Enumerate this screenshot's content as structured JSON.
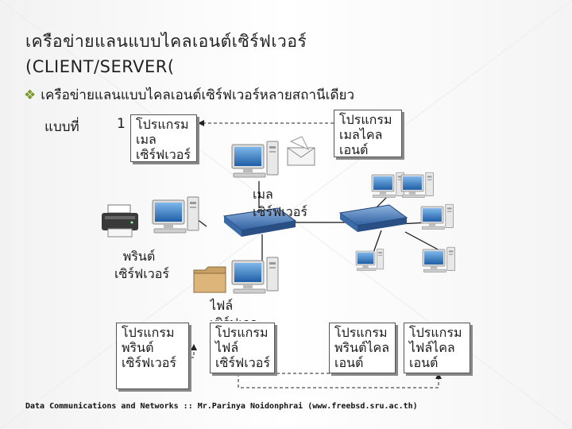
{
  "slide": {
    "title_line1": "เครือข่ายแลนแบบไคลเอนต์เซิร์ฟเวอร์",
    "title_line2": "(CLIENT/SERVER(",
    "bullet": "เครือข่ายแลนแบบไคลเอนต์เซิร์ฟเวอร์หลายสถานีเดียว",
    "subline": "แบบที่",
    "number": "1",
    "footer": "Data Communications and Networks :: Mr.Parinya Noidonphrai (www.freebsd.sru.ac.th)"
  },
  "callouts": {
    "mail_server_program": "โปรแกรมเมลเซิร์ฟเวอร์",
    "mail_client_program": "โปรแกรมเมลไคลเอนต์",
    "print_server_program": "โปรแกรมพรินต์เซิร์ฟเวอร์",
    "file_server_program": "โปรแกรมไฟล์เซิร์ฟเวอร์",
    "print_client_program": "โปรแกรมพรินต์ไคลเอนต์",
    "file_client_program": "โปรแกรมไฟล์ไคลเอนต์"
  },
  "labels": {
    "mail_server": "เมลเซิร์ฟเวอร์",
    "print_server": "พรินต์เซิร์ฟเวอร์",
    "file_server": "ไฟล์เซิร์ฟเวอร์"
  },
  "colors": {
    "bullet": "#7a9a2a",
    "switch": "#4a7bbf",
    "monitor": "#3a7ec4",
    "dashed_line": "#222222"
  },
  "icons": {
    "bullet": "checkmark-diamond-icon",
    "switch": "network-switch-icon",
    "computer": "desktop-computer-icon",
    "printer": "printer-icon",
    "folder": "folder-icon",
    "mail": "mail-envelope-icon"
  }
}
